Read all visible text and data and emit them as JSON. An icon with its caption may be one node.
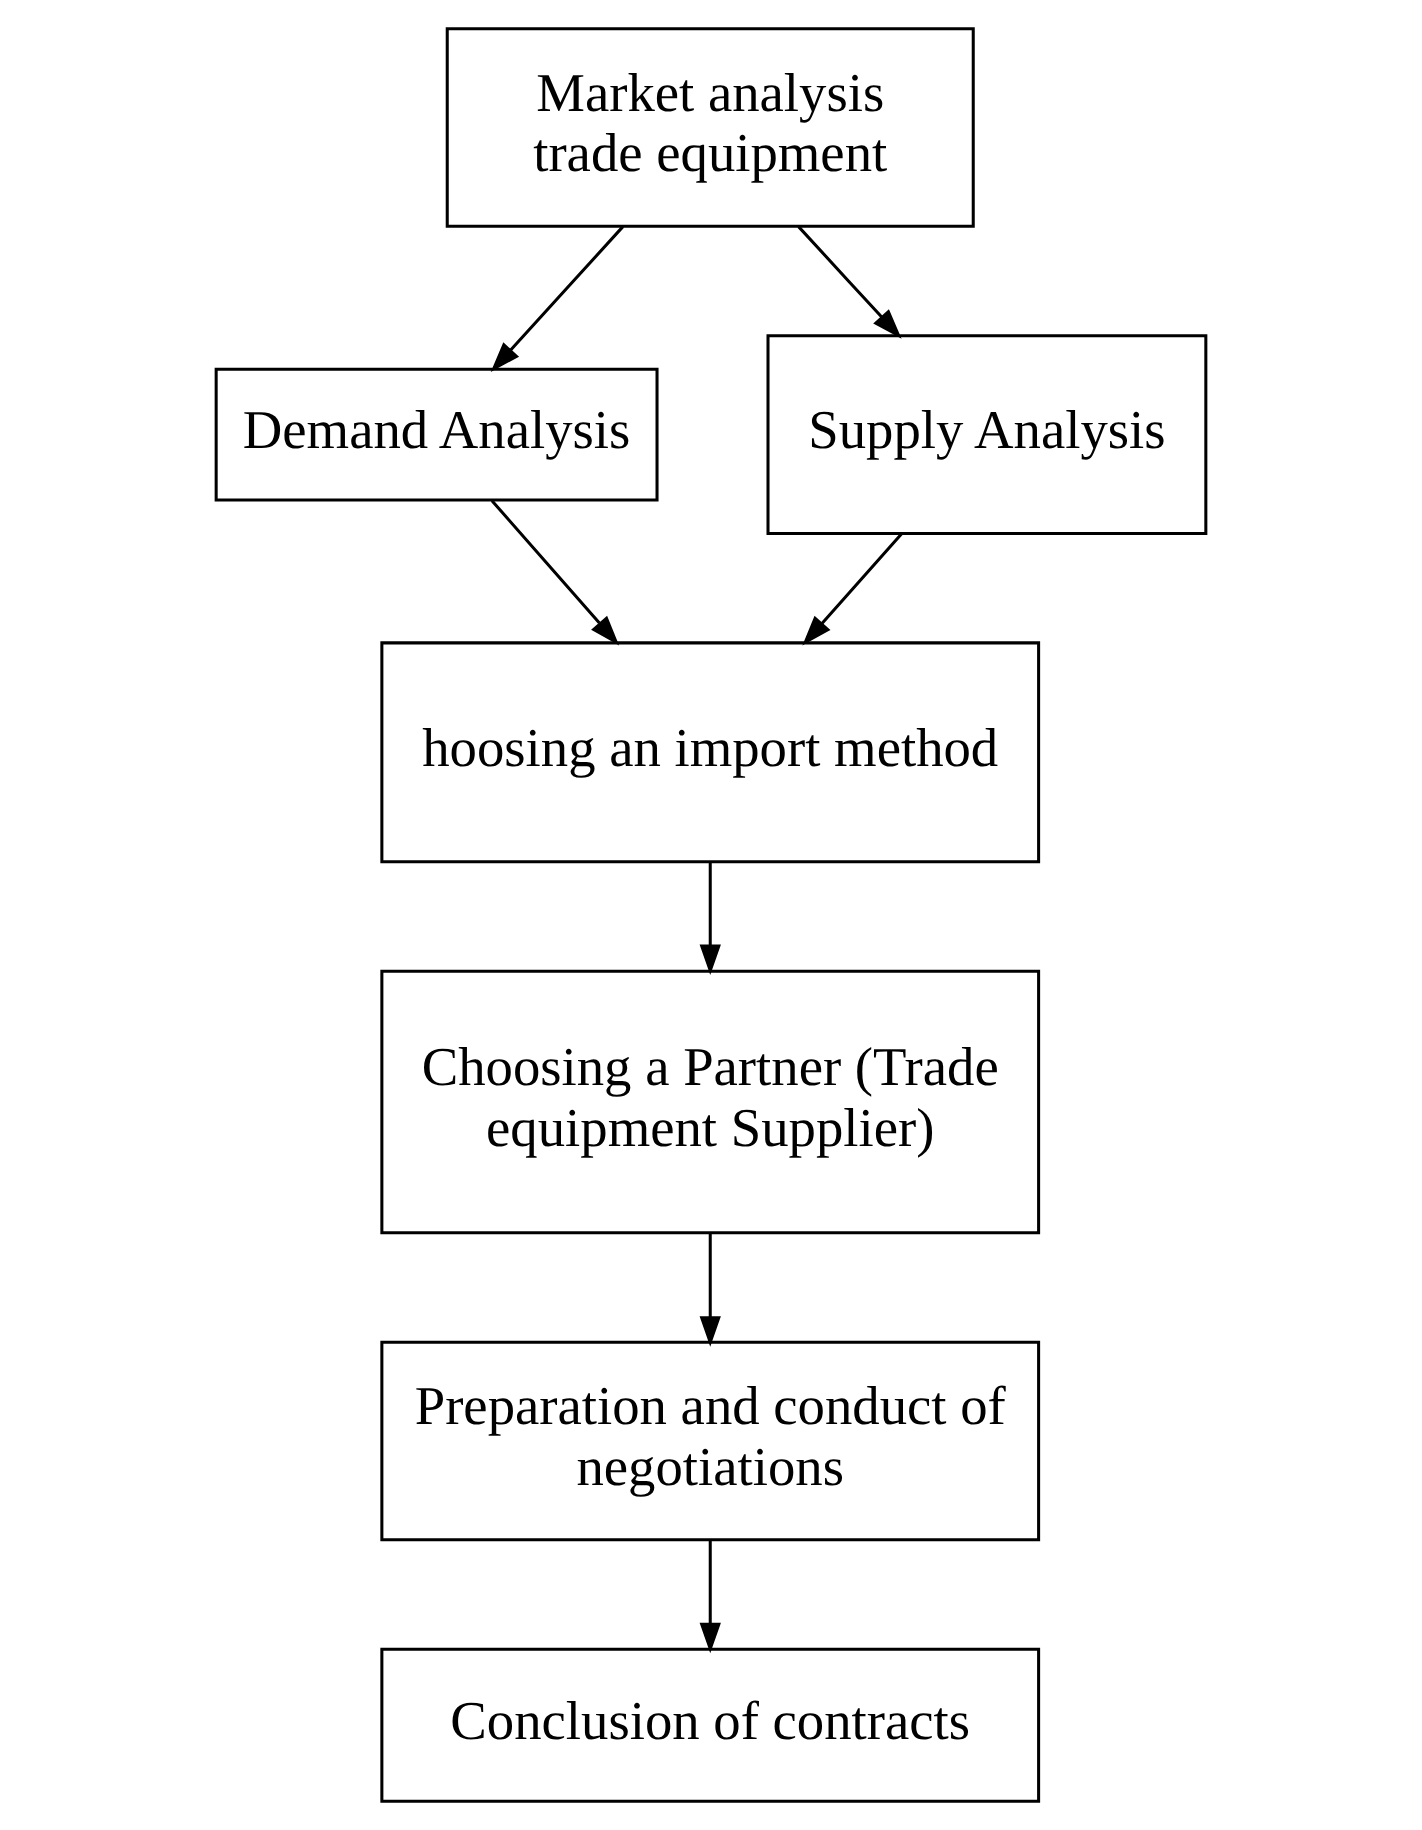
{
  "diagram": {
    "nodes": [
      {
        "text": [
          "Market analysis trade equipment"
        ]
      },
      {
        "text": [
          "Demand Analysis"
        ]
      },
      {
        "text": [
          "Supply Analysis"
        ]
      },
      {
        "text": [
          "hoosing an import method"
        ]
      },
      {
        "text": [
          "Choosing a Partner (Trade equipment Supplier)"
        ]
      },
      {
        "text": [
          "Preparation and conduct of negotiations"
        ]
      },
      {
        "text": [
          "Conclusion of contracts"
        ]
      }
    ],
    "edges": [
      {
        "from": 0,
        "to": 1,
        "arrow": "to"
      },
      {
        "from": 0,
        "to": 2,
        "arrow": "to"
      },
      {
        "from": 1,
        "to": 3,
        "arrow": "to"
      },
      {
        "from": 2,
        "to": 3,
        "arrow": "to"
      },
      {
        "from": 3,
        "to": 4,
        "arrow": "to"
      },
      {
        "from": 4,
        "to": 5,
        "arrow": "to"
      },
      {
        "from": 5,
        "to": 6,
        "arrow": "to"
      }
    ]
  }
}
